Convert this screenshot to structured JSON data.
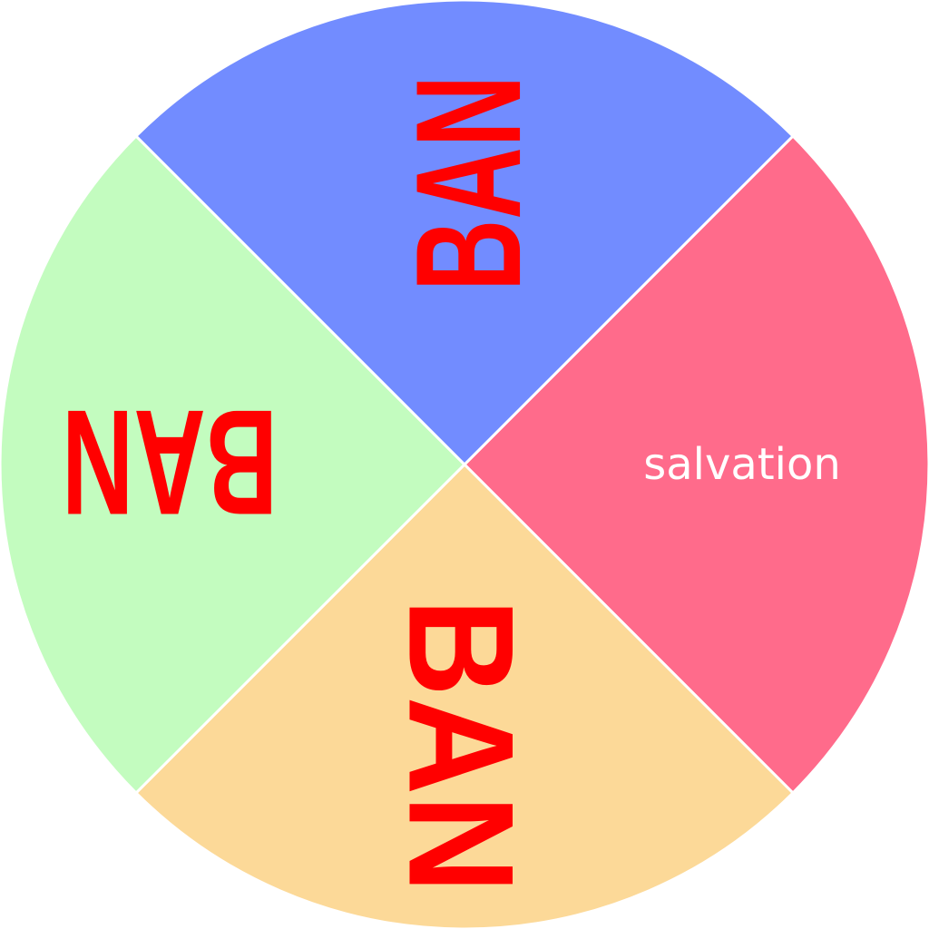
{
  "wheel": {
    "segments": [
      {
        "label": "salvation",
        "color": "#ff6b8b",
        "text_color": "#ffffff"
      },
      {
        "label": "BAN",
        "color": "#fcd998",
        "text_color": "#ff0000"
      },
      {
        "label": "BAN",
        "color": "#c3fcbf",
        "text_color": "#ff0000"
      },
      {
        "label": "BAN",
        "color": "#728cff",
        "text_color": "#ff0000"
      }
    ]
  }
}
